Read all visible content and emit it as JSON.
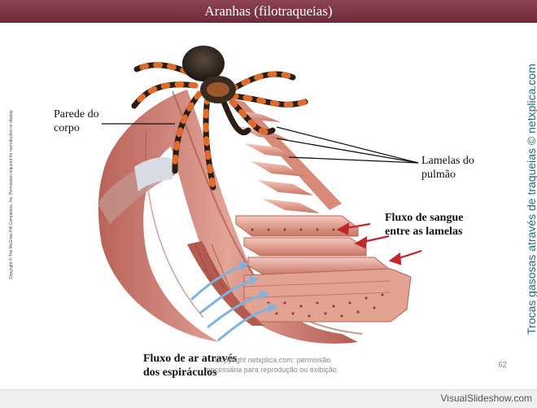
{
  "title": "Aranhas (filotraqueias)",
  "left_copyright": "Copyright © The McGraw-Hill Companies, Inc. Permission required for reproduction or display.",
  "right_side_text": "Trocas gasosas através de traqueias © netxplica.com",
  "labels": {
    "body_wall": [
      "Parede do",
      "corpo"
    ],
    "lung_lamellae": [
      "Lamelas do",
      "pulmão"
    ],
    "blood_flow": [
      "Fluxo de sangue",
      "entre as lamelas"
    ],
    "air_flow": [
      "Fluxo de ar através",
      "dos espiráculos"
    ]
  },
  "footer_copyright": [
    "Copyright netxplica.com: permissão",
    "necessária para reprodução ou exibição."
  ],
  "page_number": "62",
  "watermark": "VisualSlideshow.com",
  "colors": {
    "title_bar": "#7a3342",
    "side_text": "#1b6f7a",
    "tissue": "#c9756b",
    "tissue_light": "#e8b7a9",
    "blood_arrow": "#c0272d",
    "air_arrow": "#7fb3e0"
  }
}
